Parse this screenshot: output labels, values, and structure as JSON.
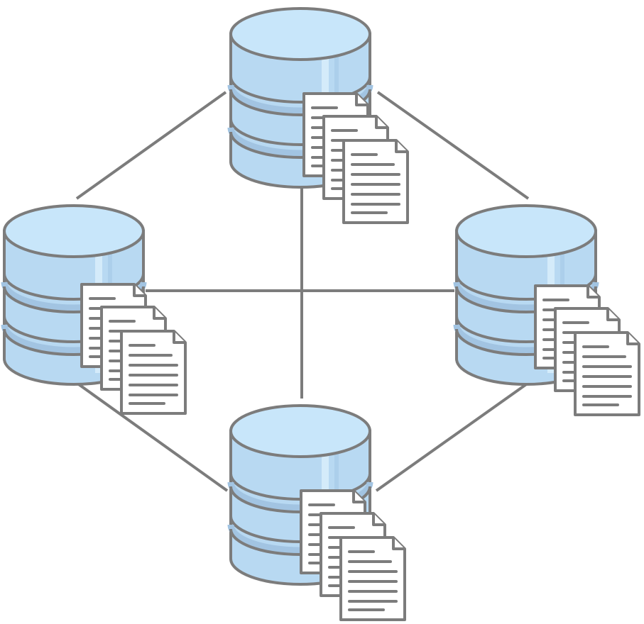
{
  "diagram": {
    "type": "mesh-network",
    "node_icon": "database-icon",
    "attachment_icon": "document-stack-icon",
    "node_count": 4,
    "documents_per_node": 3,
    "nodes": [
      {
        "id": "top",
        "icon": "database-icon",
        "documents": 3
      },
      {
        "id": "left",
        "icon": "database-icon",
        "documents": 3
      },
      {
        "id": "right",
        "icon": "database-icon",
        "documents": 3
      },
      {
        "id": "bottom",
        "icon": "database-icon",
        "documents": 3
      }
    ],
    "edges": [
      [
        "top",
        "left"
      ],
      [
        "top",
        "right"
      ],
      [
        "left",
        "bottom"
      ],
      [
        "right",
        "bottom"
      ],
      [
        "left",
        "right"
      ],
      [
        "top",
        "bottom"
      ]
    ],
    "colors": {
      "cylinder_fill": "#b8d9f2",
      "cylinder_top": "#c8e6fa",
      "band": "#a2c4e2",
      "outline": "#7c7c7c",
      "connector": "#7c7c7c",
      "document_fill": "#ffffff",
      "document_line": "#7c7c7c"
    }
  }
}
